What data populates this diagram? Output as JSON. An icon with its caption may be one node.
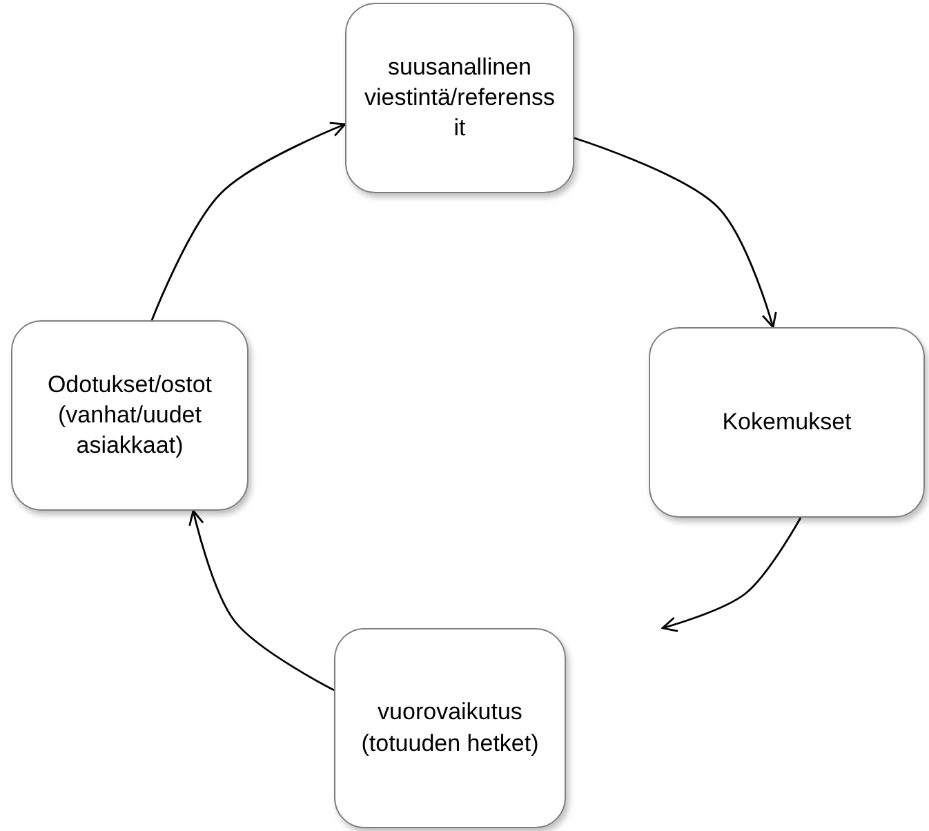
{
  "diagram": {
    "nodes": [
      {
        "text": [
          "suusanallinen viestintä/referenss it"
        ]
      },
      {
        "text": [
          "Kokemukset"
        ]
      },
      {
        "text": [
          "vuorovaikutus (totuuden hetket)"
        ]
      },
      {
        "text": [
          "Odotukset/ostot (vanhat/uudet asiakkaat)"
        ]
      }
    ],
    "edges": [
      {
        "from": 0,
        "to": 1,
        "arrow": "to"
      },
      {
        "from": 1,
        "to": 2,
        "arrow": "to"
      },
      {
        "from": 2,
        "to": 3,
        "arrow": "to"
      },
      {
        "from": 3,
        "to": 0,
        "arrow": "to"
      }
    ]
  }
}
